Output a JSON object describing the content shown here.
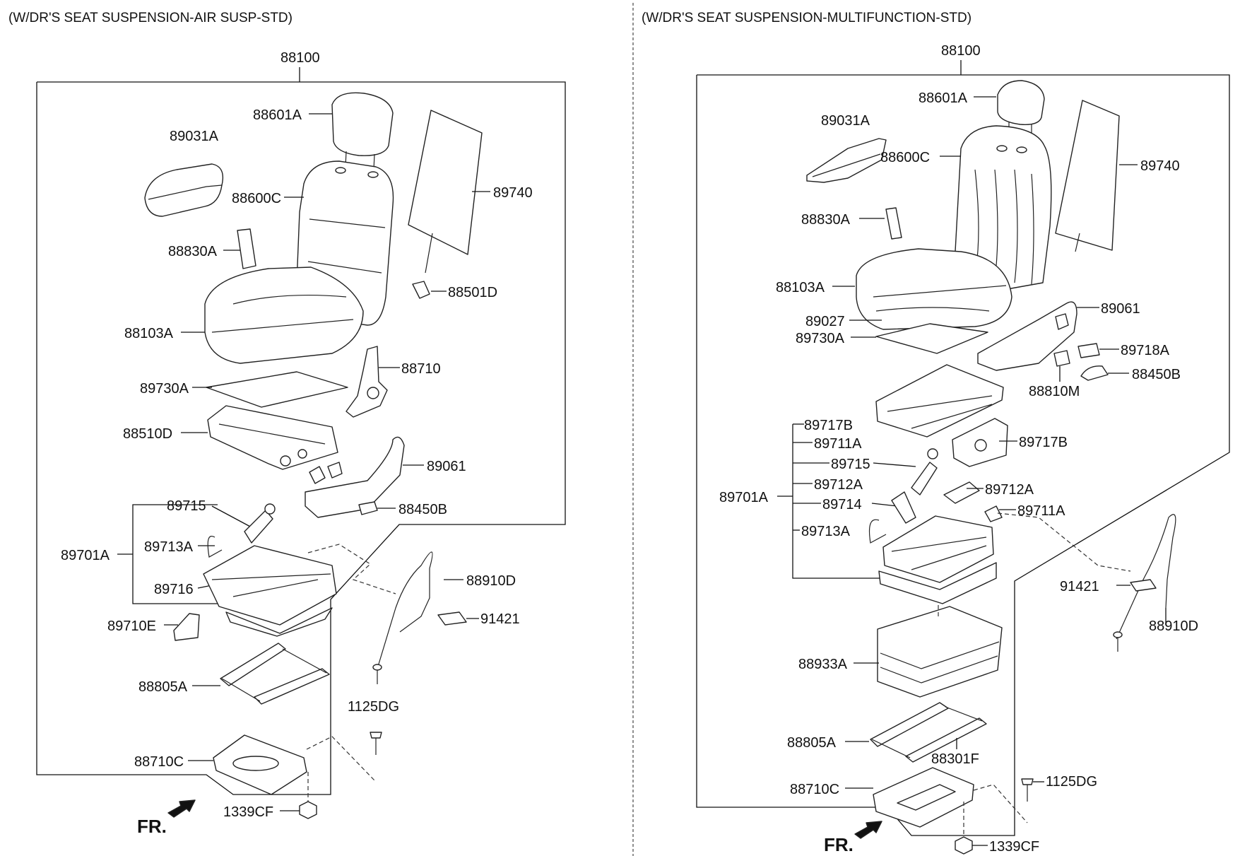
{
  "panels": [
    {
      "title": "(W/DR'S SEAT SUSPENSION-AIR SUSP-STD)",
      "assembly": "88100",
      "labels": {
        "p88601A": "88601A",
        "p89031A": "89031A",
        "p88600C": "88600C",
        "p89740": "89740",
        "p88830A": "88830A",
        "p88501D": "88501D",
        "p88103A": "88103A",
        "p88710": "88710",
        "p89730A": "89730A",
        "p88510D": "88510D",
        "p89061": "89061",
        "p89715": "89715",
        "p88450B": "88450B",
        "p89701A": "89701A",
        "p89713A": "89713A",
        "p88910D": "88910D",
        "p89716": "89716",
        "p89710E": "89710E",
        "p91421": "91421",
        "p88805A": "88805A",
        "p1125DG": "1125DG",
        "p88710C": "88710C",
        "p1339CF": "1339CF"
      },
      "fr": "FR."
    },
    {
      "title": "(W/DR'S SEAT SUSPENSION-MULTIFUNCTION-STD)",
      "assembly": "88100",
      "labels": {
        "p88601A": "88601A",
        "p89031A": "89031A",
        "p88600C": "88600C",
        "p89740": "89740",
        "p88830A": "88830A",
        "p88103A": "88103A",
        "p89027": "89027",
        "p89061": "89061",
        "p89730A": "89730A",
        "p89718A": "89718A",
        "p88450B": "88450B",
        "p88810M": "88810M",
        "p89717B_left": "89717B",
        "p89711A_left": "89711A",
        "p89717B_right": "89717B",
        "p89715": "89715",
        "p89701A": "89701A",
        "p89712A_left": "89712A",
        "p89712A_right": "89712A",
        "p89714": "89714",
        "p89711A_right": "89711A",
        "p89713A": "89713A",
        "p91421": "91421",
        "p88910D": "88910D",
        "p88933A": "88933A",
        "p88805A": "88805A",
        "p88301F": "88301F",
        "p1125DG": "1125DG",
        "p88710C": "88710C",
        "p1339CF": "1339CF"
      },
      "fr": "FR."
    }
  ]
}
